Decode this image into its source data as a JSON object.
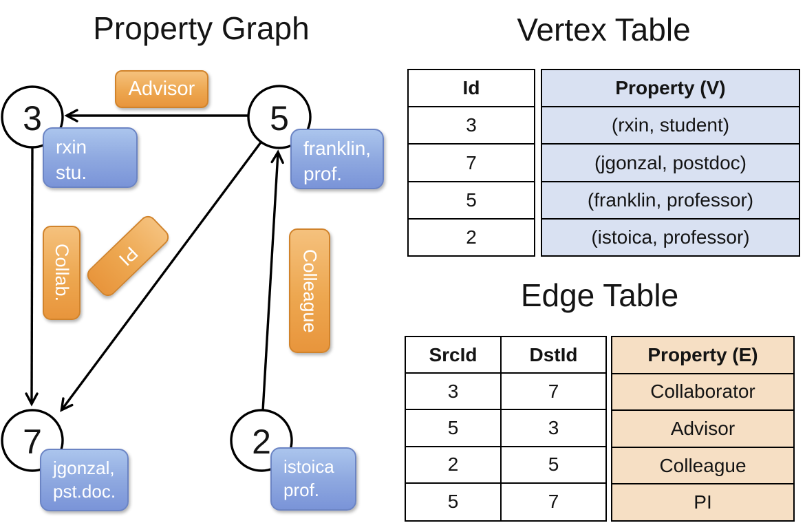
{
  "graph": {
    "title": "Property Graph",
    "nodes": [
      {
        "id": "3",
        "property_line1": "rxin",
        "property_line2": "stu."
      },
      {
        "id": "5",
        "property_line1": "franklin,",
        "property_line2": "prof."
      },
      {
        "id": "7",
        "property_line1": "jgonzal,",
        "property_line2": "pst.doc."
      },
      {
        "id": "2",
        "property_line1": "istoica",
        "property_line2": "prof."
      }
    ],
    "edges": [
      {
        "label": "Advisor"
      },
      {
        "label": "Collab."
      },
      {
        "label": "PI"
      },
      {
        "label": "Colleague"
      }
    ]
  },
  "vertex_table": {
    "title": "Vertex Table",
    "columns": {
      "id": "Id",
      "property": "Property (V)"
    },
    "rows": [
      {
        "id": "3",
        "property": "(rxin, student)"
      },
      {
        "id": "7",
        "property": "(jgonzal, postdoc)"
      },
      {
        "id": "5",
        "property": "(franklin, professor)"
      },
      {
        "id": "2",
        "property": "(istoica, professor)"
      }
    ]
  },
  "edge_table": {
    "title": "Edge Table",
    "columns": {
      "src": "SrcId",
      "dst": "DstId",
      "property": "Property (E)"
    },
    "rows": [
      {
        "src": "3",
        "dst": "7",
        "property": "Collaborator"
      },
      {
        "src": "5",
        "dst": "3",
        "property": "Advisor"
      },
      {
        "src": "2",
        "dst": "5",
        "property": "Colleague"
      },
      {
        "src": "5",
        "dst": "7",
        "property": "PI"
      }
    ]
  },
  "colors": {
    "edge_label_orange": "#EDA750",
    "vertex_label_blue": "#8FA9E0",
    "vertex_table_fill": "#D9E1F2",
    "edge_table_fill": "#F6DFC4",
    "line_black": "#000000"
  }
}
